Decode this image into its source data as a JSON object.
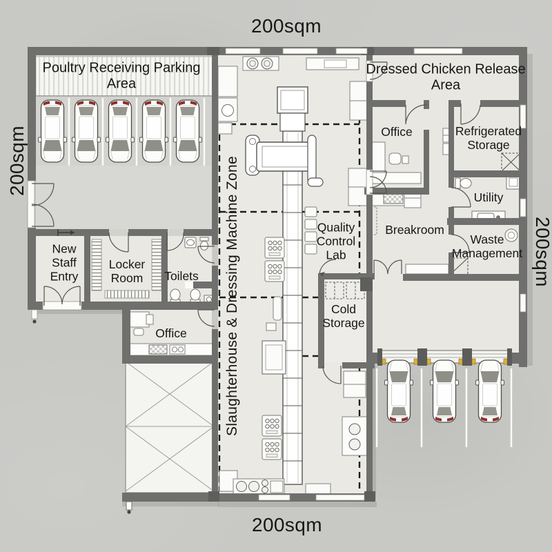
{
  "plan": {
    "area_labels": {
      "top": "200sqm",
      "bottom": "200sqm",
      "left": "200sqm",
      "right": "200sqm"
    },
    "zone_label": "Slaughterhouse & Dressing Machine Zone",
    "rooms": {
      "poultry_parking": "Poultry Receiving Parking Area",
      "release_area": "Dressed Chicken Release Area",
      "office_right": "Office",
      "refrigerated_storage": "Refrigerated Storage",
      "utility": "Utility",
      "breakroom": "Breakroom",
      "waste_management": "Waste Management",
      "quality_control_lab": "Quality Control Lab",
      "cold_storage": "Cold Storage",
      "new_staff_entry": "New Staff Entry",
      "locker_room": "Locker Room",
      "toilets": "Toilets",
      "office_left": "Office"
    },
    "colors": {
      "background": "#c8c8c5",
      "floor": "#eae9e4",
      "wall": "#6f6f6d",
      "dock_bumper_yellow": "#ddb23a",
      "car_taillight_red": "#8e2f26"
    },
    "counts": {
      "receiving_parking_cars": 5,
      "release_parking_cars": 3
    }
  }
}
